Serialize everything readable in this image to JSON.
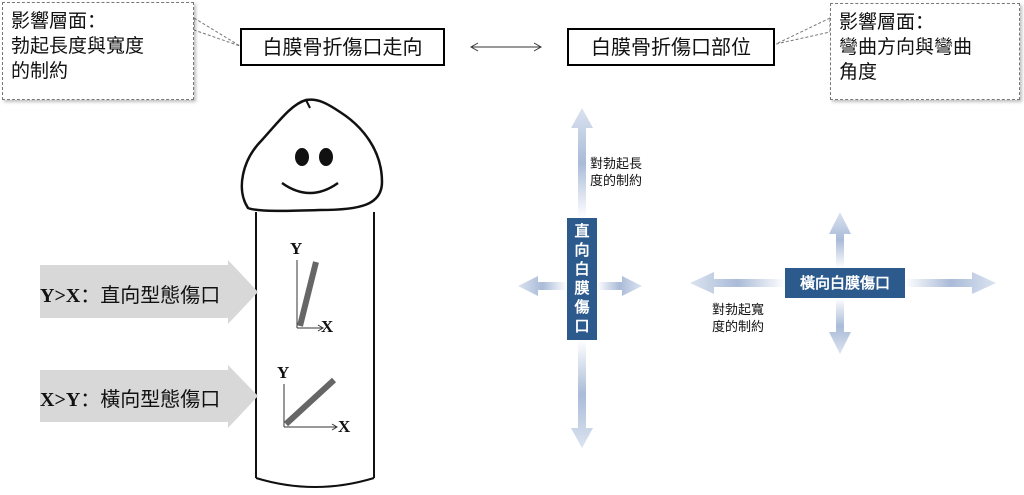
{
  "notes": {
    "left": {
      "line1": "影響層面：",
      "line2": "勃起長度與寬度",
      "line3": "的制約"
    },
    "right": {
      "line1": "影響層面：",
      "line2": "彎曲方向與彎曲",
      "line3": "角度"
    }
  },
  "titles": {
    "left": "白膜骨折傷口走向",
    "right": "白膜骨折傷口部位"
  },
  "wound_types": {
    "vertical": {
      "condition": "Y>X",
      "label": "：直向型態傷口"
    },
    "horizontal": {
      "condition": "X>Y",
      "label": "：橫向型態傷口"
    }
  },
  "axes": {
    "x": "X",
    "y": "Y"
  },
  "constraints": {
    "length": {
      "line1": "對勃起長",
      "line2": "度的制約"
    },
    "width": {
      "line1": "對勃起寬",
      "line2": "度的制約"
    }
  },
  "wound_labels": {
    "vertical": [
      "直",
      "向",
      "白",
      "膜",
      "傷",
      "口"
    ],
    "horizontal": "橫向白膜傷口"
  },
  "colors": {
    "arrow_fill": "#c9d6ea",
    "label_fill": "#2c5a8c",
    "grey_arrow": "#d8d8d8"
  }
}
